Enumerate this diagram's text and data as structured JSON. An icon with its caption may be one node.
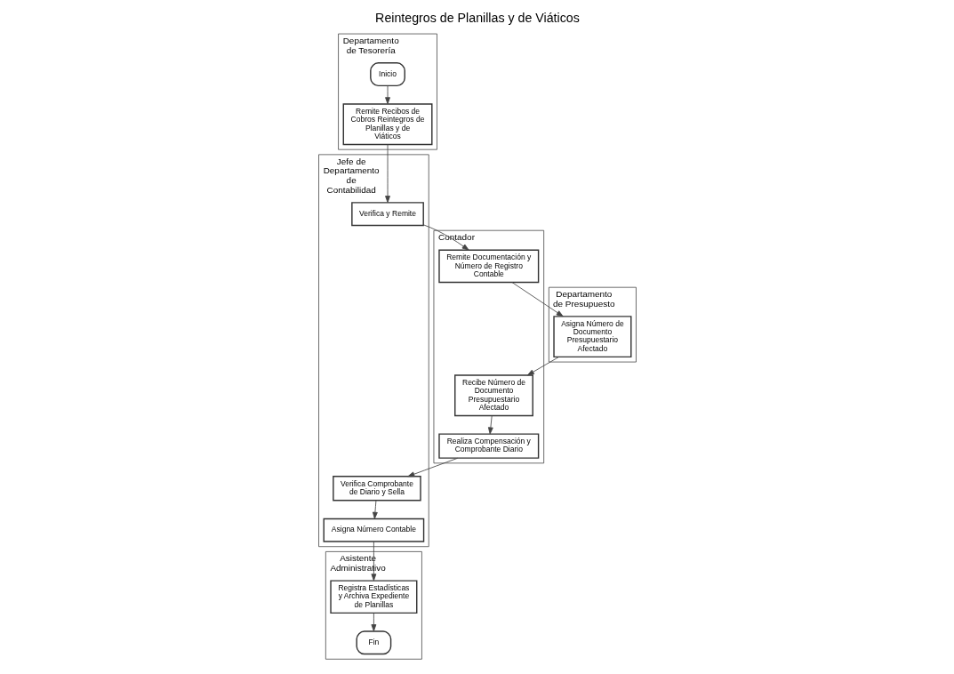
{
  "diagram": {
    "title": "Reintegros de Planillas y de Viáticos",
    "nodes": [
      {
        "text": [
          "Departamento de Tesorería"
        ]
      },
      {
        "text": [
          "Jefe de Departamento de Contabilidad"
        ]
      },
      {
        "text": [
          "Contador"
        ]
      },
      {
        "text": [
          "Departamento de Presupuesto"
        ]
      },
      {
        "text": [
          "Asistente Administrativo"
        ]
      },
      {
        "text": [
          "Inicio"
        ],
        "in": 0
      },
      {
        "text": [
          "Remite Recibos de Cobros Reintegros de Planillas y de Viáticos"
        ],
        "in": 0
      },
      {
        "text": [
          "Verifica y Remite"
        ],
        "in": 1
      },
      {
        "text": [
          "Remite Documentación y Número de Registro Contable"
        ],
        "in": 2
      },
      {
        "text": [
          "Asigna Número de Documento Presupuestario Afectado"
        ],
        "in": 3
      },
      {
        "text": [
          "Recibe Número de Documento Presupuestario Afectado"
        ],
        "in": 2
      },
      {
        "text": [
          "Realiza Compensación y Comprobante Diario"
        ],
        "in": 2
      },
      {
        "text": [
          "Verifica Comprobante de Diario y Sella"
        ],
        "in": 1
      },
      {
        "text": [
          "Asigna Número Contable"
        ],
        "in": 1
      },
      {
        "text": [
          "Registra Estadísticas y Archiva Expediente de Planillas"
        ],
        "in": 4
      },
      {
        "text": [
          "Fin"
        ],
        "in": 4
      }
    ],
    "edges": [
      {
        "from": 5,
        "to": 6,
        "arrow": "to"
      },
      {
        "from": 6,
        "to": 7,
        "arrow": "to"
      },
      {
        "from": 7,
        "to": 8,
        "arrow": "to"
      },
      {
        "from": 8,
        "to": 9,
        "arrow": "to"
      },
      {
        "from": 9,
        "to": 10,
        "arrow": "to"
      },
      {
        "from": 10,
        "to": 11,
        "arrow": "to"
      },
      {
        "from": 11,
        "to": 12,
        "arrow": "to"
      },
      {
        "from": 12,
        "to": 13,
        "arrow": "to"
      },
      {
        "from": 13,
        "to": 14,
        "arrow": "to"
      },
      {
        "from": 14,
        "to": 15,
        "arrow": "to"
      }
    ]
  }
}
